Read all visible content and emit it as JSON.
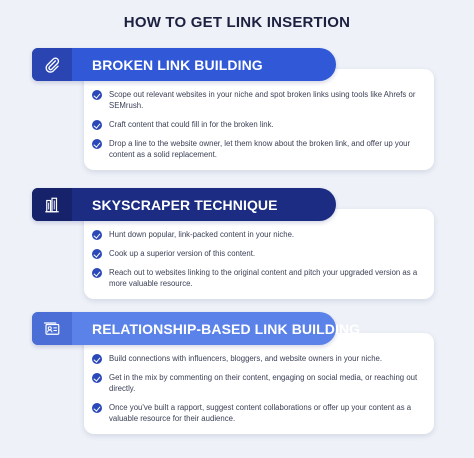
{
  "title": "HOW TO GET LINK INSERTION",
  "colors": {
    "background": "#eef1f8",
    "banner_1": "#3158d6",
    "banner_1_icon": "#2a45b2",
    "banner_2": "#1c2c82",
    "banner_2_icon": "#16226a",
    "banner_3": "#5b82e8",
    "banner_3_icon": "#4a6ed6",
    "bullet": "#2b48b8"
  },
  "sections": [
    {
      "icon": "paperclip-icon",
      "heading": "BROKEN LINK BUILDING",
      "items": [
        "Scope out relevant websites in your niche and spot broken links using tools like Ahrefs or SEMrush.",
        "Craft content that could fill in for the broken link.",
        "Drop a line to the website owner, let them know about the broken link, and offer up your content as a solid replacement."
      ]
    },
    {
      "icon": "skyscraper-icon",
      "heading": "SKYSCRAPER TECHNIQUE",
      "items": [
        "Hunt down popular, link-packed content in your niche.",
        "Cook up a superior version of this content.",
        "Reach out to websites linking to the original content and pitch your upgraded version as a more valuable resource."
      ]
    },
    {
      "icon": "contact-card-icon",
      "heading": "RELATIONSHIP-BASED LINK BUILDING",
      "items": [
        "Build connections with influencers, bloggers, and website owners in your niche.",
        "Get in the mix by commenting on their content, engaging on social media, or reaching out directly.",
        "Once you've built a rapport, suggest content collaborations or offer up your content as a valuable resource for their audience."
      ]
    }
  ]
}
